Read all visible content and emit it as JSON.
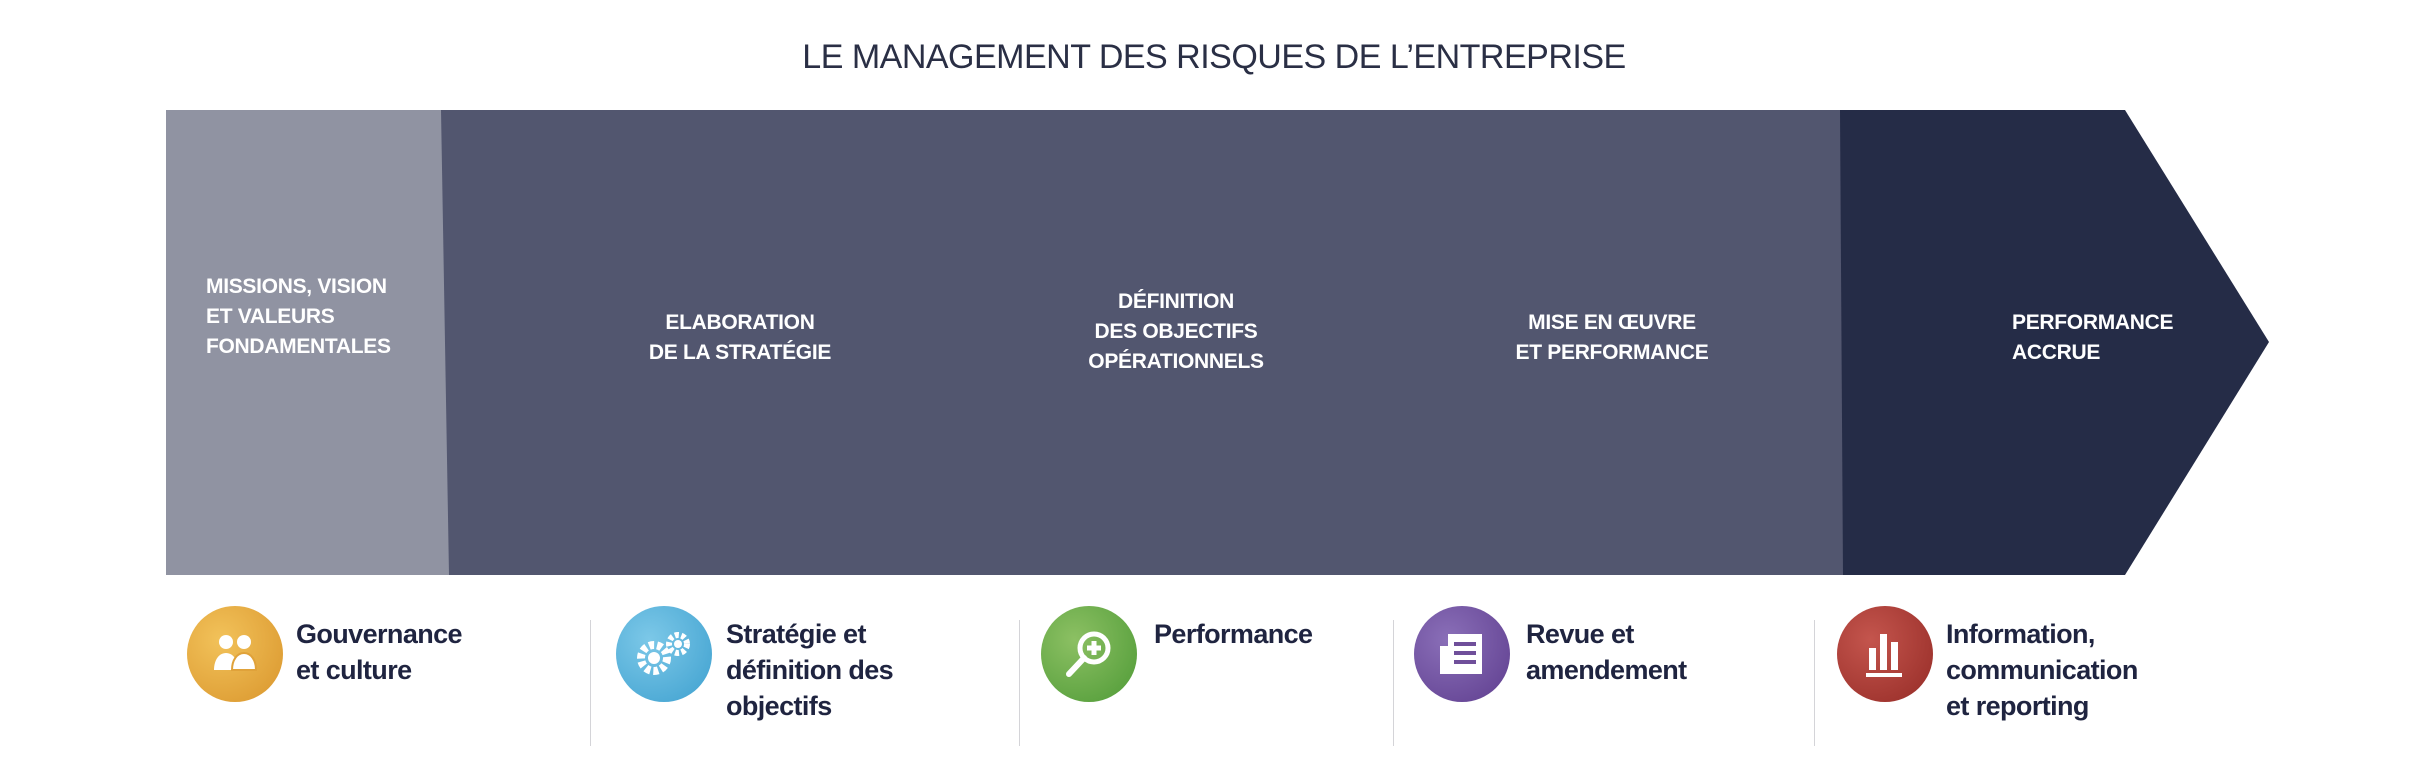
{
  "title": "LE MANAGEMENT DES RISQUES DE L’ENTREPRISE",
  "colors": {
    "band_light": "#9093a2",
    "band_mid": "#52566f",
    "band_dark": "#252c47",
    "blue": "#45a2cc",
    "green": "#78b446",
    "lavender": "#8a7fbf",
    "yellow": "#efb844",
    "red": "#bd4540"
  },
  "stages": [
    {
      "lines": [
        "MISSIONS, VISION",
        "ET VALEURS",
        "FONDAMENTALES"
      ]
    },
    {
      "lines": [
        "ELABORATION",
        "DE LA STRATÉGIE"
      ]
    },
    {
      "lines": [
        "DÉFINITION",
        "DES OBJECTIFS",
        "OPÉRATIONNELS"
      ]
    },
    {
      "lines": [
        "MISE EN ŒUVRE",
        "ET PERFORMANCE"
      ]
    },
    {
      "lines": [
        "PERFORMANCE",
        "ACCRUE"
      ]
    }
  ],
  "components": [
    {
      "icon": "people-icon",
      "color": "#e5a83a",
      "lines": [
        "Gouvernance",
        "et culture"
      ]
    },
    {
      "icon": "gears-icon",
      "color": "#4fb0d8",
      "lines": [
        "Stratégie et",
        "définition des",
        "objectifs"
      ]
    },
    {
      "icon": "magnifier-plus-icon",
      "color": "#62a83f",
      "lines": [
        "Performance"
      ]
    },
    {
      "icon": "document-icon",
      "color": "#6f4f9a",
      "lines": [
        "Revue et",
        "amendement"
      ]
    },
    {
      "icon": "bar-chart-icon",
      "color": "#a5362f",
      "lines": [
        "Information,",
        "communication",
        "et reporting"
      ]
    }
  ]
}
